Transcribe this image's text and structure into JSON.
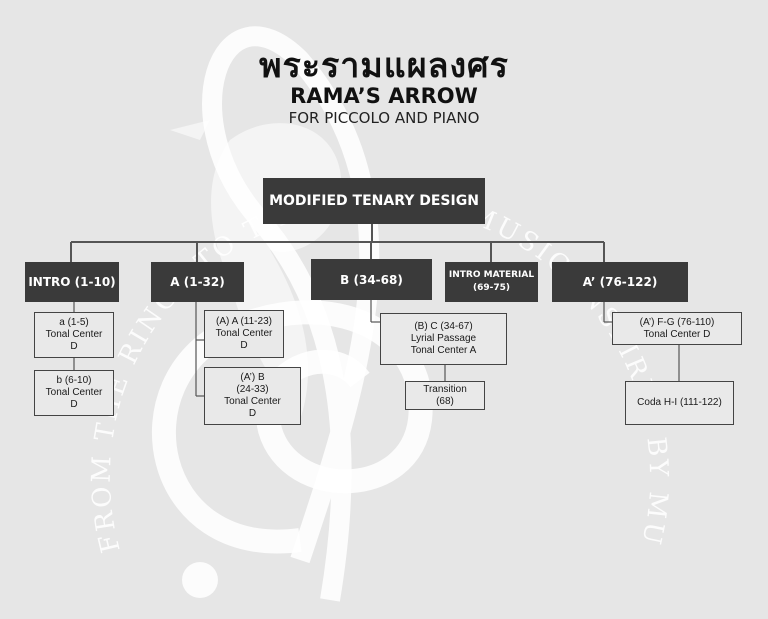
{
  "title_thai": "พระรามแผลงศร",
  "title_en": "RAMA’S ARROW",
  "subtitle": "FOR PICCOLO AND PIANO",
  "watermark_text": "FROM THE RINGS TO THE REEDS · MUSIC INSPIRED BY MUAY THAI DANCES",
  "root": "MODIFIED TENARY DESIGN",
  "sections": {
    "intro": "INTRO (1-10)",
    "a": "A (1-32)",
    "b": "B (34-68)",
    "intro_material_l1": "INTRO MATERIAL",
    "intro_material_l2": "(69-75)",
    "a_prime": "A’ (76-122)"
  },
  "subsections": {
    "intro_a_1": "a (1-5)",
    "intro_a_2": "Tonal Center",
    "intro_a_3": "D",
    "intro_b_1": "b (6-10)",
    "intro_b_2": "Tonal Center",
    "intro_b_3": "D",
    "a_a_1": "(A) A (11-23)",
    "a_a_2": "Tonal Center",
    "a_a_3": "D",
    "a_b_1": "(A’) B",
    "a_b_2": "(24-33)",
    "a_b_3": "Tonal Center",
    "a_b_4": "D",
    "b_c_1": "(B) C (34-67)",
    "b_c_2": "Lyrial Passage",
    "b_c_3": "Tonal Center A",
    "b_t_1": "Transition",
    "b_t_2": "(68)",
    "ap_fg_1": "(A’) F-G (76-110)",
    "ap_fg_2": "Tonal Center D",
    "ap_coda": "Coda  H-I (111-122)"
  }
}
